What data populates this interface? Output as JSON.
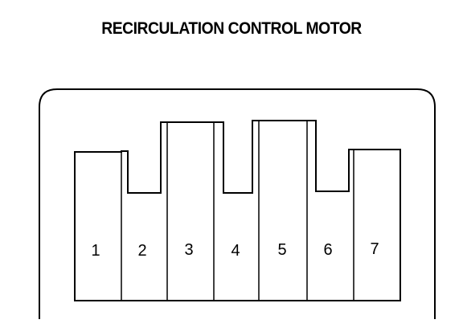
{
  "title": "RECIRCULATION CONTROL MOTOR",
  "connector": {
    "pins": [
      {
        "label": "1"
      },
      {
        "label": "2"
      },
      {
        "label": "3"
      },
      {
        "label": "4"
      },
      {
        "label": "5"
      },
      {
        "label": "6"
      },
      {
        "label": "7"
      }
    ]
  },
  "colors": {
    "line": "#000000",
    "background": "#ffffff"
  }
}
